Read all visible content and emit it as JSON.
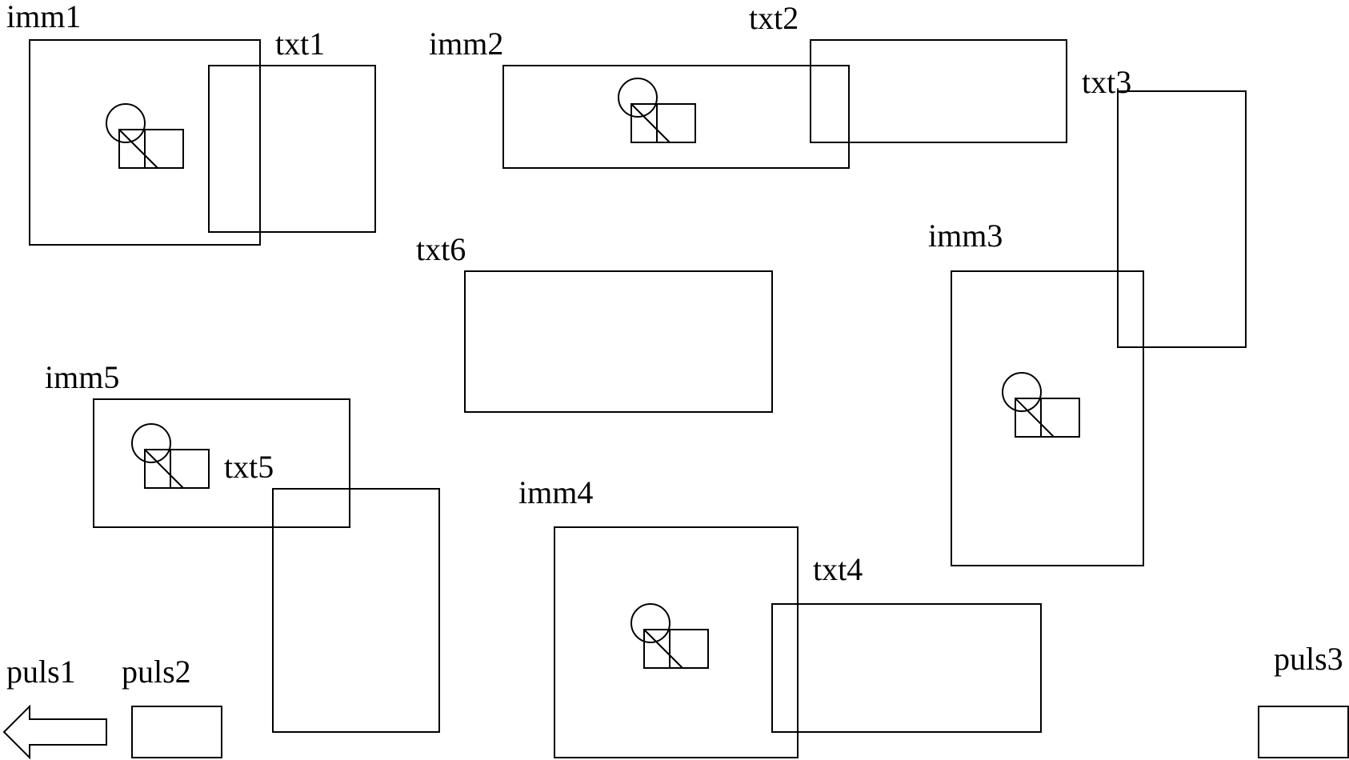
{
  "labels": {
    "imm1": "imm1",
    "imm2": "imm2",
    "imm3": "imm3",
    "imm4": "imm4",
    "imm5": "imm5",
    "txt1": "txt1",
    "txt2": "txt2",
    "txt3": "txt3",
    "txt4": "txt4",
    "txt5": "txt5",
    "txt6": "txt6",
    "puls1": "puls1",
    "puls2": "puls2",
    "puls3": "puls3"
  },
  "icons": {
    "image_placeholder": "image-placeholder-icon",
    "back_arrow": "left-arrow-icon"
  },
  "colors": {
    "stroke": "#000000",
    "background": "#ffffff"
  }
}
